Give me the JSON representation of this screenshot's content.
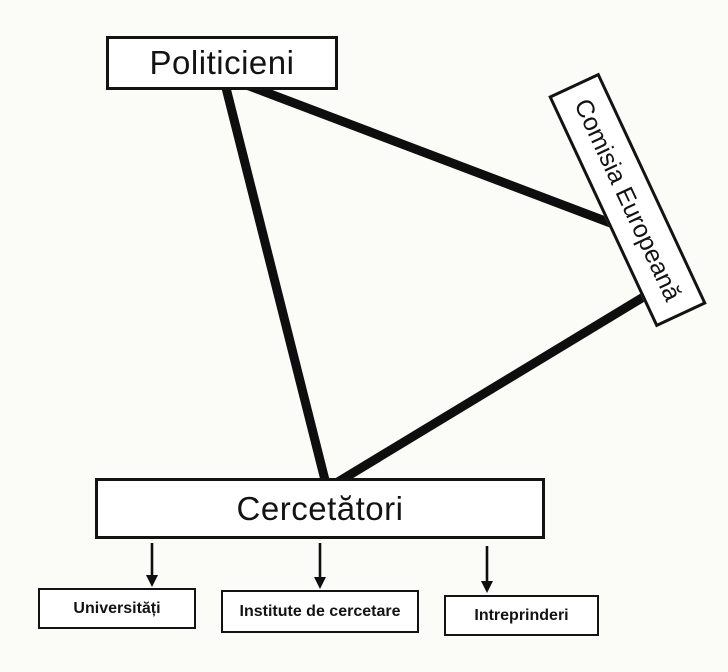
{
  "nodes": {
    "politicieni": {
      "label": "Politicieni"
    },
    "comisia_europeana": {
      "label": "Comisia Europeană"
    },
    "cercetatori": {
      "label": "Cercetători"
    },
    "universitati": {
      "label": "Universități"
    },
    "institute_cercetare": {
      "label": "Institute de cercetare"
    },
    "intreprinderi": {
      "label": "Intreprinderi"
    }
  },
  "edges": [
    {
      "from": "politicieni",
      "to": "comisia_europeana",
      "style": "thick-line"
    },
    {
      "from": "politicieni",
      "to": "cercetatori",
      "style": "thick-line"
    },
    {
      "from": "comisia_europeana",
      "to": "cercetatori",
      "style": "thick-line"
    },
    {
      "from": "cercetatori",
      "to": "universitati",
      "style": "arrow-down"
    },
    {
      "from": "cercetatori",
      "to": "institute_cercetare",
      "style": "arrow-down"
    },
    {
      "from": "cercetatori",
      "to": "intreprinderi",
      "style": "arrow-down"
    }
  ],
  "colors": {
    "background": "#fbfbf8",
    "line": "#0e0e0e",
    "box_border": "#131313",
    "box_fill": "#ffffff",
    "text": "#131313"
  }
}
